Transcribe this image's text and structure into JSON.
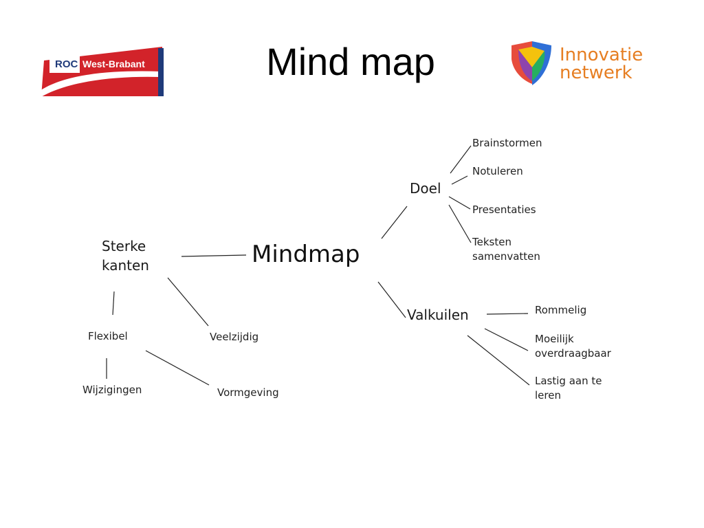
{
  "header": {
    "title": "Mind map",
    "logo_left": {
      "text_a": "ROC",
      "text_b": "West-Brabant",
      "accent": "#d2232a"
    },
    "logo_right": {
      "line1": "Innovatie",
      "line2": "netwerk",
      "accent": "#e67e22"
    }
  },
  "mindmap": {
    "root": "Mindmap",
    "doel": {
      "label": "Doel",
      "children": [
        "Brainstormen",
        "Notuleren",
        "Presentaties",
        "Teksten",
        "samenvatten"
      ]
    },
    "valkuilen": {
      "label": "Valkuilen",
      "children": [
        "Rommelig",
        "Moeilijk",
        "overdraagbaar",
        "Lastig aan te",
        "leren"
      ]
    },
    "sterke_kanten": {
      "label_line1": "Sterke",
      "label_line2": "kanten",
      "flexibel": "Flexibel",
      "wijzigingen": "Wijzigingen",
      "veelzijdig": "Veelzijdig",
      "vormgeving": "Vormgeving"
    },
    "line_color": "#222222"
  }
}
